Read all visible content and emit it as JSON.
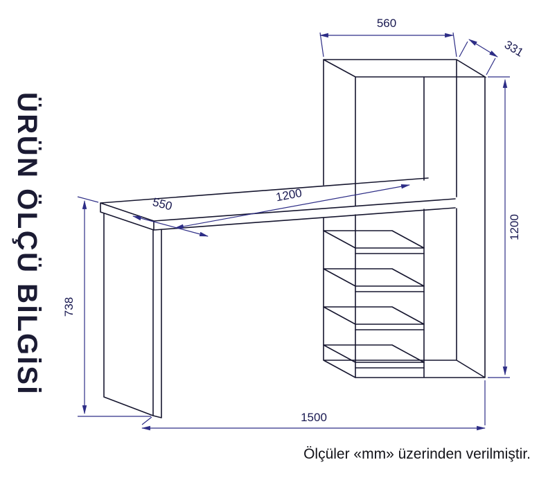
{
  "title": {
    "text": "ÜRÜN ÖLÇÜ BİLGİSİ"
  },
  "caption": {
    "text": "Ölçüler «mm» üzerinden verilmiştir."
  },
  "diagram": {
    "unit": "mm",
    "dimensions": {
      "shelf_unit_width": "560",
      "shelf_unit_depth": "331",
      "shelf_unit_height": "1200",
      "desk_top_length": "1200",
      "desk_depth": "550",
      "desk_height": "738",
      "total_width": "1500"
    }
  },
  "colors": {
    "outline": "#15152e",
    "dimension_line": "#2d2d86",
    "label_text": "#181850",
    "background": "#ffffff"
  }
}
